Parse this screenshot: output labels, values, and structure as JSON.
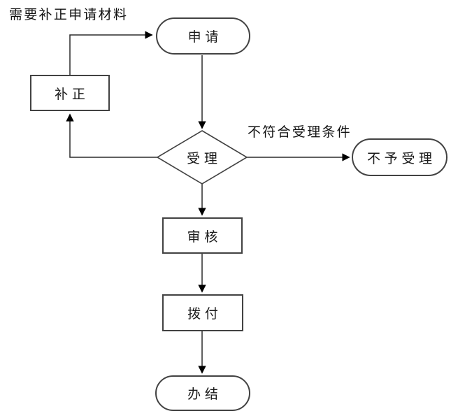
{
  "diagram": {
    "note_label": "需要补正申请材料",
    "branch_label": "不符合受理条件",
    "nodes": {
      "apply": {
        "label": "申请",
        "shape": "stadium"
      },
      "supplement": {
        "label": "补正",
        "shape": "rect"
      },
      "accept": {
        "label": "受理",
        "shape": "diamond"
      },
      "reject": {
        "label": "不予受理",
        "shape": "stadium"
      },
      "review": {
        "label": "审核",
        "shape": "rect"
      },
      "disburse": {
        "label": "拨付",
        "shape": "rect"
      },
      "complete": {
        "label": "办结",
        "shape": "stadium"
      }
    },
    "edges": [
      {
        "from": "supplement",
        "to": "apply"
      },
      {
        "from": "apply",
        "to": "accept"
      },
      {
        "from": "accept",
        "to": "supplement"
      },
      {
        "from": "accept",
        "to": "reject",
        "label": "不符合受理条件"
      },
      {
        "from": "accept",
        "to": "review"
      },
      {
        "from": "review",
        "to": "disburse"
      },
      {
        "from": "disburse",
        "to": "complete"
      }
    ],
    "colors": {
      "stroke": "#424242",
      "line": "#2b2b2b",
      "arrowhead": "#000000",
      "fill": "#ffffff",
      "text": "#1a1a1a"
    }
  }
}
